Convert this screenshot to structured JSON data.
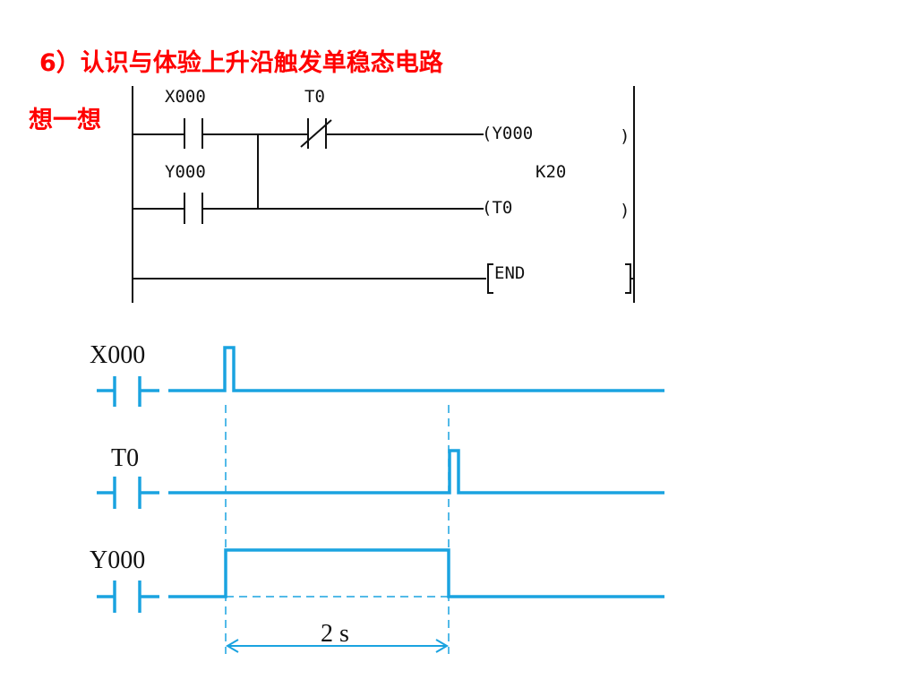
{
  "heading": {
    "title": "6）认识与体验上升沿触发单稳态电路",
    "subtitle": "想一想"
  },
  "ladder": {
    "contact_x000": "X000",
    "contact_t0": "T0",
    "contact_y000": "Y000",
    "coil_y000": "(Y000",
    "coil_y000_end": ")",
    "timer_preset": "K20",
    "coil_t0": "(T0",
    "coil_t0_end": ")",
    "end_label": "END"
  },
  "timing": {
    "signal_x000": "X000",
    "signal_t0": "T0",
    "signal_y000": "Y000",
    "duration": "2 s"
  },
  "colors": {
    "accent": "#ff0000",
    "waveform": "#1aa3e0",
    "ladder": "#111111"
  }
}
